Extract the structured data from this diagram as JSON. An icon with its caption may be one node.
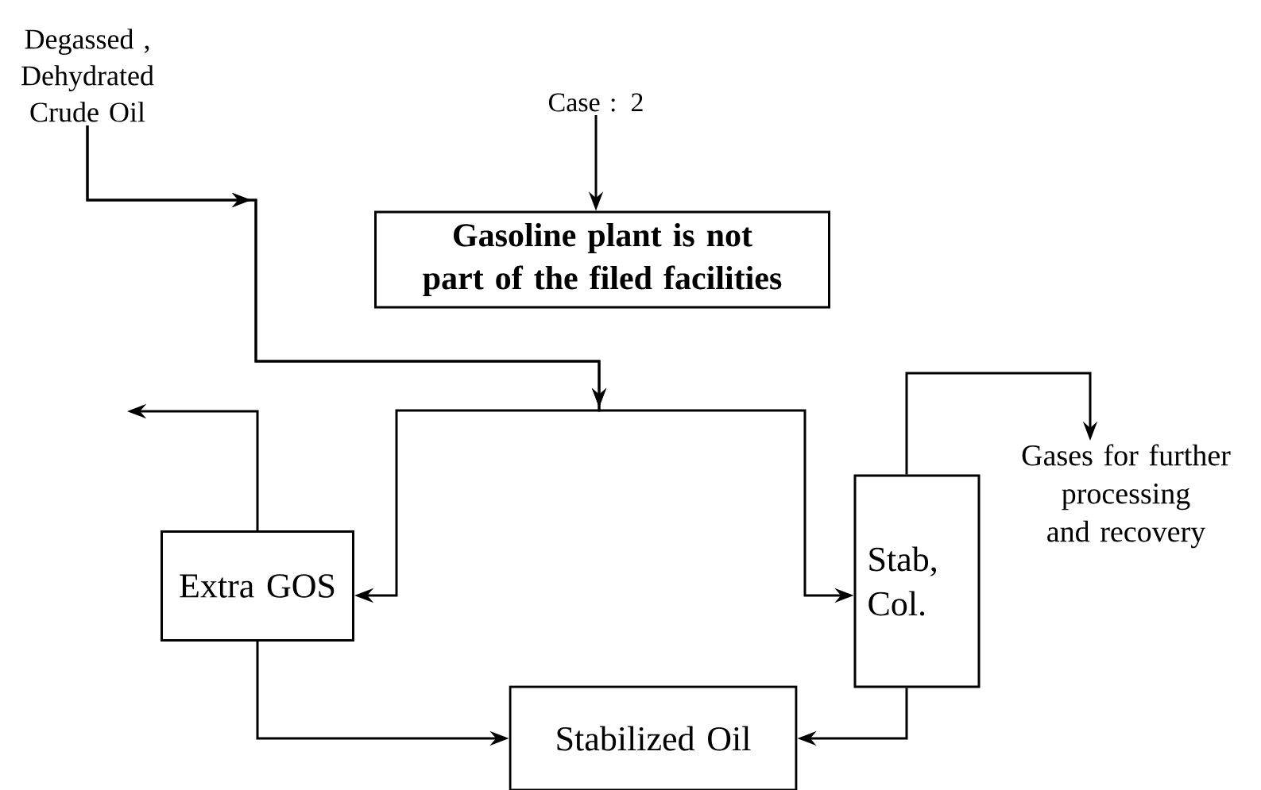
{
  "diagram": {
    "nodes": [
      {
        "text": [
          "Degassed , Dehydrated Crude Oil"
        ]
      },
      {
        "text": [
          "Case : 2"
        ]
      },
      {
        "text": [
          "Gasoline plant is not part of the filed facilities"
        ]
      },
      {
        "text": [
          "Extra GOS"
        ]
      },
      {
        "text": [
          "Stab, Col."
        ]
      },
      {
        "text": [
          "Gases for further processing and recovery"
        ]
      },
      {
        "text": [
          "Stabilized Oil"
        ]
      }
    ],
    "edges": [
      {
        "from": 0,
        "to": 3,
        "arrow": "to"
      },
      {
        "from": 0,
        "to": 4,
        "arrow": "to"
      },
      {
        "from": 1,
        "to": 2,
        "arrow": "to"
      },
      {
        "from": 3,
        "to": null,
        "arrow": "to"
      },
      {
        "from": 3,
        "to": 6,
        "arrow": "to"
      },
      {
        "from": 4,
        "to": 5,
        "arrow": "to"
      },
      {
        "from": 4,
        "to": 6,
        "arrow": "to"
      }
    ]
  }
}
